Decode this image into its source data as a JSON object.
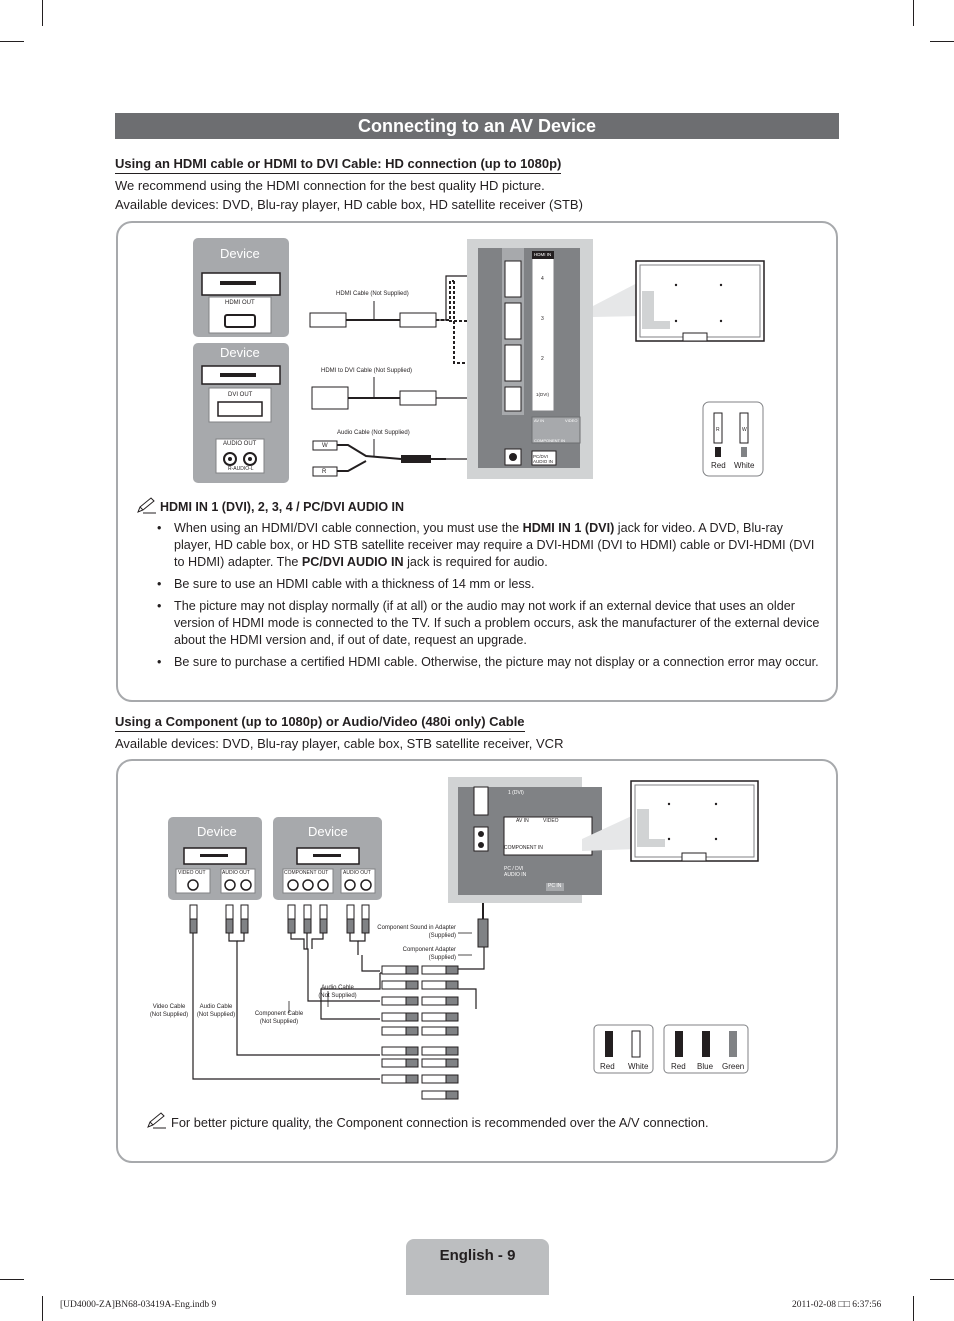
{
  "page_title": "Connecting to an AV Device",
  "section1": {
    "heading": "Using an HDMI cable or HDMI to DVI Cable: HD connection (up to 1080p)",
    "line1": "We recommend using the HDMI connection for the best quality HD picture.",
    "line2": "Available devices: DVD, Blu-ray player, HD cable box, HD satellite receiver (STB)"
  },
  "diagram1": {
    "device_label_1": "Device",
    "device_label_2": "Device",
    "hdmi_out": "HDMI OUT",
    "dvi_out": "DVI OUT",
    "audio_out": "AUDIO OUT",
    "r_audio_l": "R-AUDIO-L",
    "cable_hdmi": "HDMI Cable (Not Supplied)",
    "cable_hdmi_dvi": "HDMI to DVI Cable (Not Supplied)",
    "cable_audio": "Audio Cable (Not Supplied)",
    "plug_r": "R",
    "plug_w": "W",
    "tv_hdmi_in": "HDMI IN",
    "tv_port_4": "4",
    "tv_port_3": "3",
    "tv_port_2": "2",
    "tv_port_1dvi": "1(DVI)",
    "tv_avin": "AV IN",
    "tv_video": "VIDEO",
    "tv_component": "COMPONENT IN",
    "tv_pcdvi": "PC/DVI AUDIO IN",
    "legend_red": "Red",
    "legend_white": "White",
    "legend_r": "R",
    "legend_w": "W"
  },
  "note1": {
    "heading": "HDMI IN 1 (DVI), 2, 3, 4 / PC/DVI AUDIO IN",
    "bullet1_pre": "When using an HDMI/DVI cable connection, you must use the ",
    "bullet1_bold1": "HDMI IN 1 (DVI)",
    "bullet1_mid": " jack for video. A DVD, Blu-ray player, HD cable box, or HD STB satellite receiver may require a DVI-HDMI (DVI to HDMI) cable or DVI-HDMI (DVI to HDMI) adapter. The ",
    "bullet1_bold2": "PC/DVI AUDIO IN",
    "bullet1_post": " jack is required for audio.",
    "bullet2": "Be sure to use an HDMI cable with a thickness of 14 mm or less.",
    "bullet3": "The picture may not display normally (if at all) or the audio may not work if an external device that uses an older version of HDMI mode is connected to the TV. If such a problem occurs, ask the manufacturer of the external device about the HDMI version and, if out of date, request an upgrade.",
    "bullet4": "Be sure to purchase a certified HDMI cable. Otherwise, the picture may not display or a connection error may occur.",
    "bullet_symbol": "•"
  },
  "section2": {
    "heading": "Using a Component (up to 1080p) or Audio/Video (480i only) Cable",
    "line1": "Available devices: DVD, Blu-ray player, cable box, STB satellite receiver, VCR"
  },
  "diagram2": {
    "device_label_1": "Device",
    "device_label_2": "Device",
    "video_out": "VIDEO OUT",
    "audio_out_1": "AUDIO OUT",
    "component_out": "COMPONENT OUT",
    "audio_out_2": "AUDIO OUT",
    "tv_1dvi": "1 (DVI)",
    "tv_avin": "AV IN",
    "tv_video": "VIDEO",
    "tv_component": "COMPONENT IN",
    "tv_pcdvi": "PC / DVI AUDIO IN",
    "tv_pcin": "PC IN",
    "lbl_sound_adapter": "Component Sound in Adapter (Supplied)",
    "lbl_component_adapter": "Component Adapter (Supplied)",
    "lbl_audio_cable_mid": "Audio Cable (Not Supplied)",
    "lbl_video_cable": "Video Cable (Not Supplied)",
    "lbl_audio_cable_left": "Audio Cable (Not Supplied)",
    "lbl_component_cable": "Component Cable (Not Supplied)",
    "legend_red_1": "Red",
    "legend_white": "White",
    "legend_red_2": "Red",
    "legend_blue": "Blue",
    "legend_green": "Green"
  },
  "note2": {
    "text": "For better picture quality, the Component connection is recommended over the A/V connection."
  },
  "note_icon": "pencil-note-icon",
  "page_tab": "English - 9",
  "footer": {
    "left": "[UD4000-ZA]BN68-03419A-Eng.indb   9",
    "right": "2011-02-08   □□ 6:37:56"
  },
  "colors": {
    "title_bar": "#6d6e71",
    "panel_border": "#a7a9ac",
    "device_box": "#a7a9ac",
    "page_tab": "#bcbec0",
    "legend_red": "#c1272d",
    "legend_blue": "#1c4f9c",
    "legend_green": "#3a8a3a"
  }
}
